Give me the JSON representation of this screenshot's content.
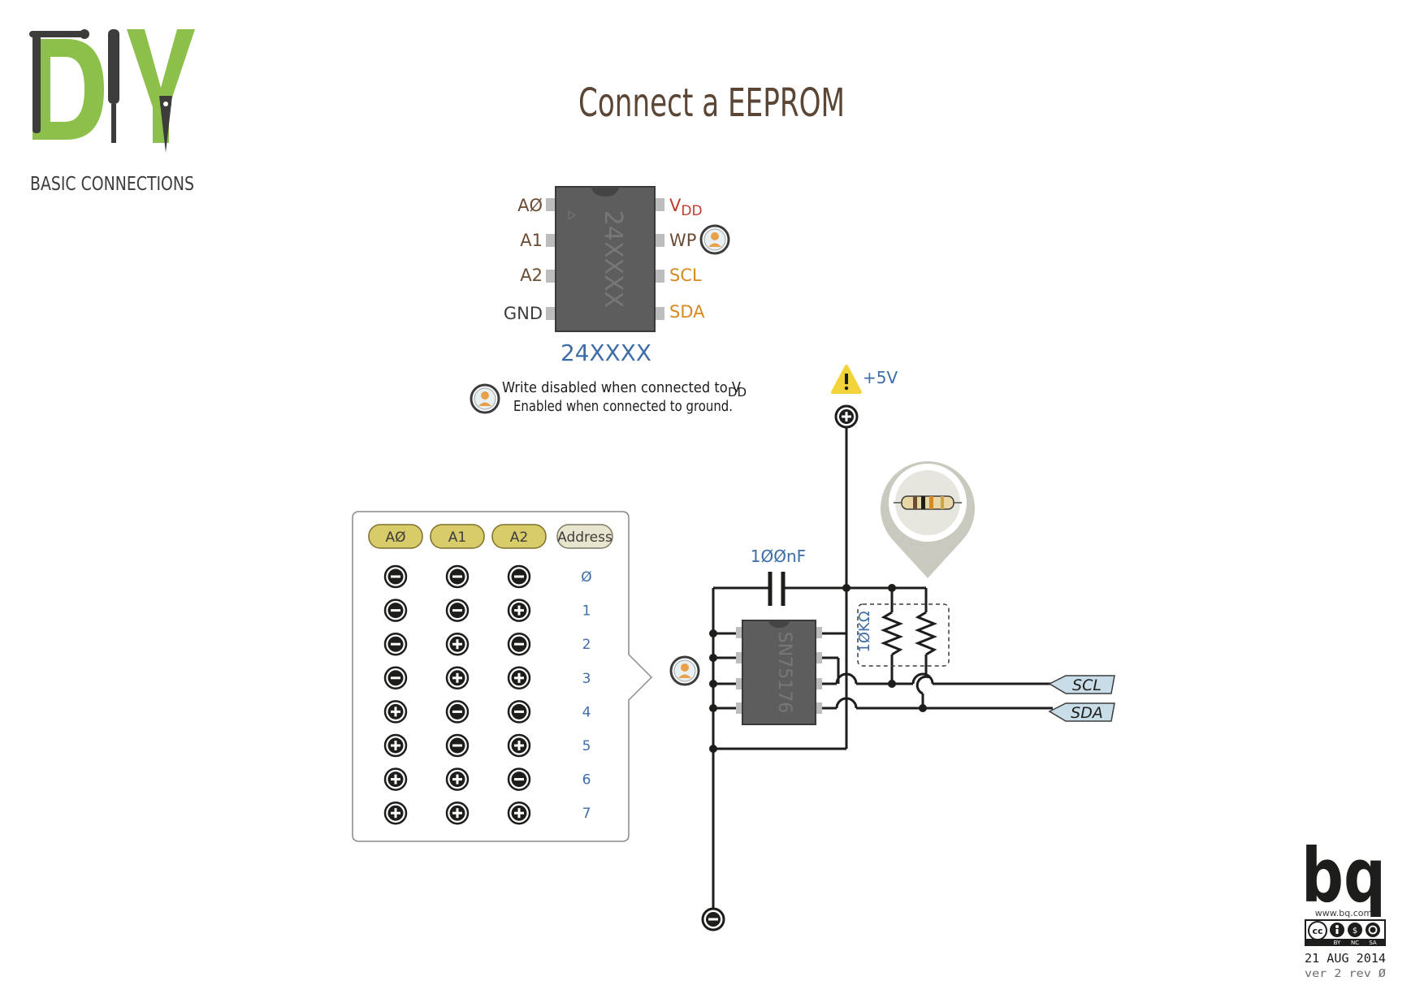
{
  "logo": {
    "word": "DIY",
    "subtitle": "BASIC CONNECTIONS",
    "green": "#8dc04a",
    "dark": "#3c3c3b"
  },
  "title": "Connect a EEPROM",
  "colors": {
    "title": "#5b4636",
    "pin_brown": "#6b4c34",
    "vdd_red": "#c0392b",
    "orange": "#d68a1f",
    "blue": "#3f6da8",
    "chip_body": "#5d5d5d",
    "chip_text": "#777777",
    "wire": "#1d1d1b",
    "tab_fill": "#d8cb6a",
    "address_fill": "#e8e5cf",
    "warning": "#f2d43a",
    "label_fill": "#c8dde8"
  },
  "eeprom": {
    "left_pins": [
      "AØ",
      "A1",
      "A2",
      "GND"
    ],
    "vdd_main": "V",
    "vdd_sub": "DD",
    "wp": "WP",
    "scl": "SCL",
    "sda": "SDA",
    "chip_mark": "24XXXX",
    "part_label": "24XXXX"
  },
  "note": {
    "line1_main": "Write disabled when connected to V",
    "line1_sub": "DD",
    "line2": "Enabled when connected to ground."
  },
  "power": {
    "label": "+5V",
    "plus_symbol": "+",
    "minus_symbol": "−"
  },
  "address_table": {
    "headers": [
      "AØ",
      "A1",
      "A2",
      "Address"
    ],
    "rows": [
      {
        "a0": "-",
        "a1": "-",
        "a2": "-",
        "address": "Ø"
      },
      {
        "a0": "-",
        "a1": "-",
        "a2": "+",
        "address": "1"
      },
      {
        "a0": "-",
        "a1": "+",
        "a2": "-",
        "address": "2"
      },
      {
        "a0": "-",
        "a1": "+",
        "a2": "+",
        "address": "3"
      },
      {
        "a0": "+",
        "a1": "-",
        "a2": "-",
        "address": "4"
      },
      {
        "a0": "+",
        "a1": "-",
        "a2": "+",
        "address": "5"
      },
      {
        "a0": "+",
        "a1": "+",
        "a2": "-",
        "address": "6"
      },
      {
        "a0": "+",
        "a1": "+",
        "a2": "+",
        "address": "7"
      }
    ]
  },
  "circuit": {
    "capacitor": "1ØØnF",
    "resistor": "1ØKΩ",
    "chip_mark": "SN75176",
    "scl": "SCL",
    "sda": "SDA"
  },
  "footer": {
    "brand": "bq",
    "url": "www.bq.com",
    "license_tags": [
      "BY",
      "NC",
      "SA"
    ],
    "cc": "cc",
    "date": "21 AUG 2014",
    "version": "ver 2 rev Ø"
  }
}
